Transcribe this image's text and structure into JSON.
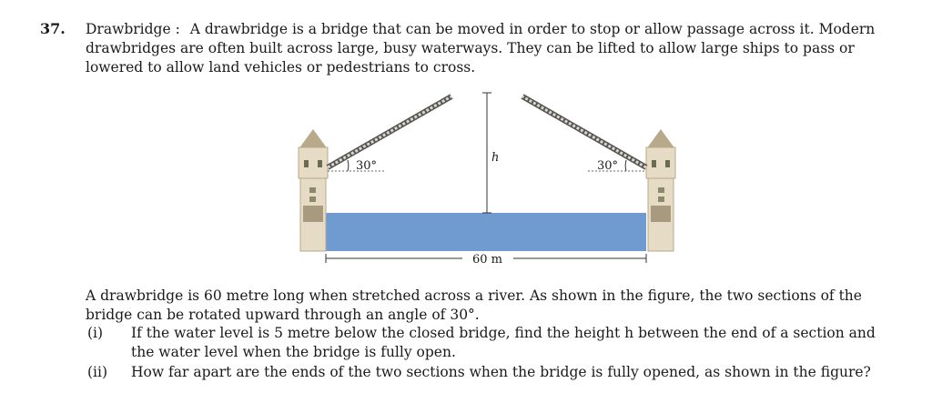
{
  "question": {
    "number": "37.",
    "title": "Drawbridge :",
    "intro": "A drawbridge is a bridge that can be moved in order to stop or allow passage across it. Modern drawbridges are often built across large, busy waterways. They can be lifted to allow large ships to pass or lowered to allow land vehicles or pedestrians to cross.",
    "paragraph": "A drawbridge is 60 metre long when stretched across a river. As shown in the figure, the two sections of the bridge can be rotated upward through an angle of 30°.",
    "parts": [
      {
        "label": "(i)",
        "text": "If the water level is 5 metre below the closed bridge, find the height h between the end of a section and the water level when the bridge is fully open."
      },
      {
        "label": "(ii)",
        "text": "How far apart are the ends of the two sections when the bridge is fully opened, as shown in the figure?"
      }
    ]
  },
  "figure": {
    "angle_left": "30°",
    "angle_right": "30°",
    "height_label": "h",
    "width_label": "60 m",
    "colors": {
      "water": "#6f9bd1",
      "tower": "#e6dcc6",
      "tower_dark": "#a89a7e",
      "bridge_deck": "#dcd6c8",
      "bridge_rail": "#555555"
    }
  }
}
